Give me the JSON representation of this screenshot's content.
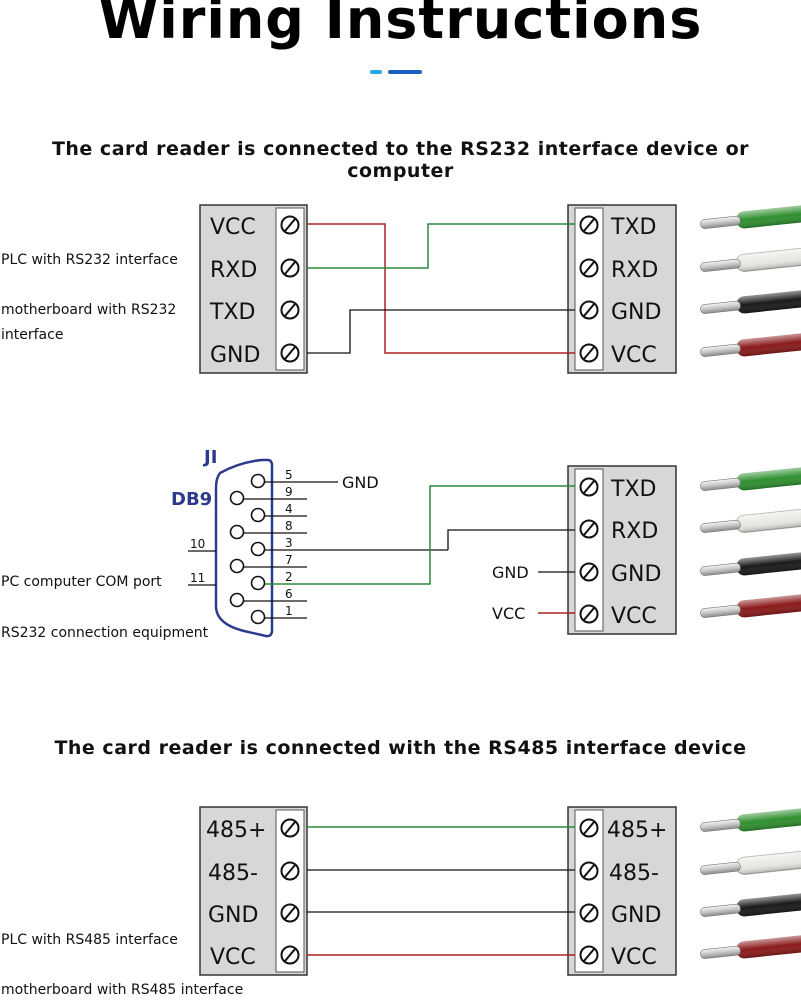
{
  "title": "Wiring Instructions",
  "section1": {
    "heading": "The card reader is connected to the RS232 interface device or computer",
    "left_labels": [
      "PLC with RS232 interface",
      "motherboard with RS232",
      "interface"
    ],
    "left_terminals": [
      "VCC",
      "RXD",
      "TXD",
      "GND"
    ],
    "right_terminals": [
      "TXD",
      "RXD",
      "GND",
      "VCC"
    ]
  },
  "section2": {
    "connector_id": "JI",
    "connector_type": "DB9",
    "gnd_label": "GND",
    "left_labels": [
      "PC computer COM port",
      "RS232 connection equipment"
    ],
    "side_pins": [
      "10",
      "11"
    ],
    "pins": [
      "5",
      "9",
      "4",
      "8",
      "3",
      "7",
      "2",
      "6",
      "1"
    ],
    "right_terminals": [
      "TXD",
      "RXD",
      "GND",
      "VCC"
    ],
    "ext_labels": [
      "GND",
      "VCC"
    ]
  },
  "section3": {
    "heading": "The card reader is connected with the RS485 interface device",
    "left_labels": [
      "PLC with RS485 interface",
      "motherboard with RS485 interface"
    ],
    "left_terminals": [
      "485+",
      "485-",
      "GND",
      "VCC"
    ],
    "right_terminals": [
      "485+",
      "485-",
      "GND",
      "VCC"
    ]
  },
  "wire_colors": {
    "green": "#2f8f2f",
    "white": "#e9e9e2",
    "black": "#1a1a1a",
    "red": "#8a1a1a",
    "line_red": "#b02020",
    "line_green": "#2a8a3a"
  }
}
